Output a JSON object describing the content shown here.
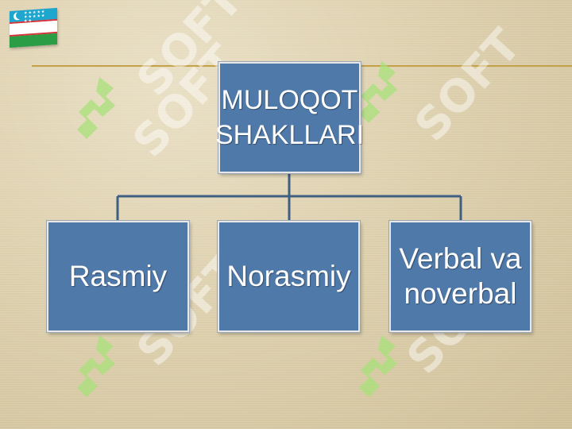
{
  "watermark_text": "SOFT",
  "diagram": {
    "root": {
      "label_line1": "MULOQOT",
      "label_line2": "SHAKLLARI"
    },
    "children": [
      {
        "label_line1": "Rasmiy"
      },
      {
        "label_line1": "Norasmiy"
      },
      {
        "label_line1": "Verbal va",
        "label_line2": "noverbal"
      }
    ]
  },
  "colors": {
    "box_fill": "#4f79a8",
    "connector": "#3f5f82",
    "rule": "#c4a24a",
    "watermark_logo": "#a8e07a"
  }
}
